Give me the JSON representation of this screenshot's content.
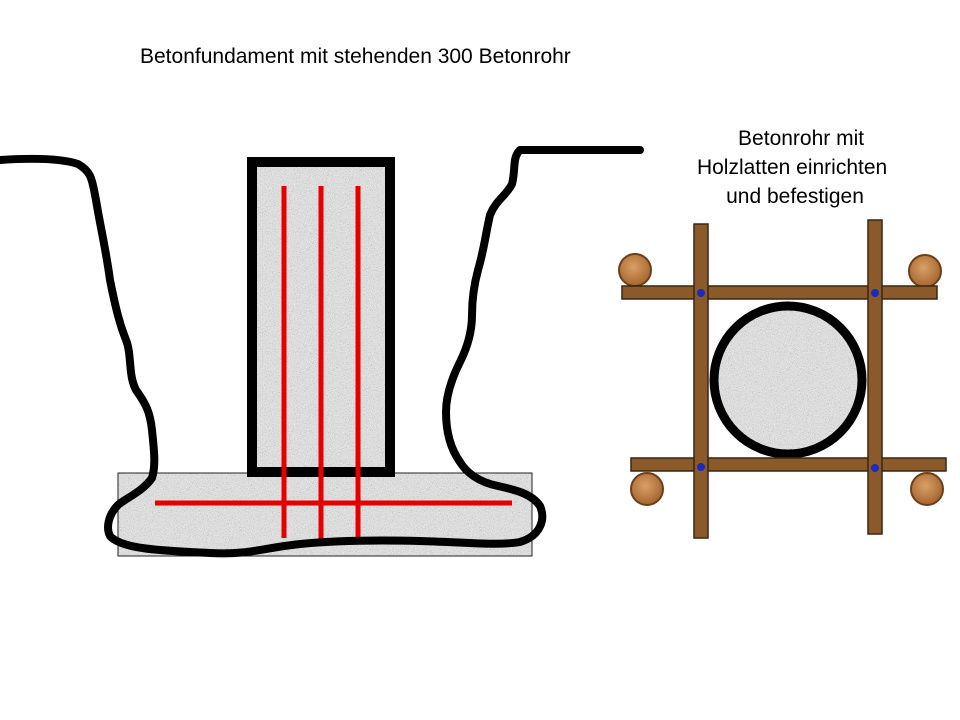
{
  "title": "Betonfundament mit stehenden 300 Betonrohr",
  "caption": {
    "line1": "Betonrohr mit",
    "line2": "Holzlatten einrichten",
    "line3": "und befestigen"
  },
  "colors": {
    "outline": "#000000",
    "rebar": "#e60000",
    "wood": "#8b5a2b",
    "wood_light": "#c98a4f",
    "screw": "#1a2bbf",
    "concrete": "#c8c8c8"
  }
}
